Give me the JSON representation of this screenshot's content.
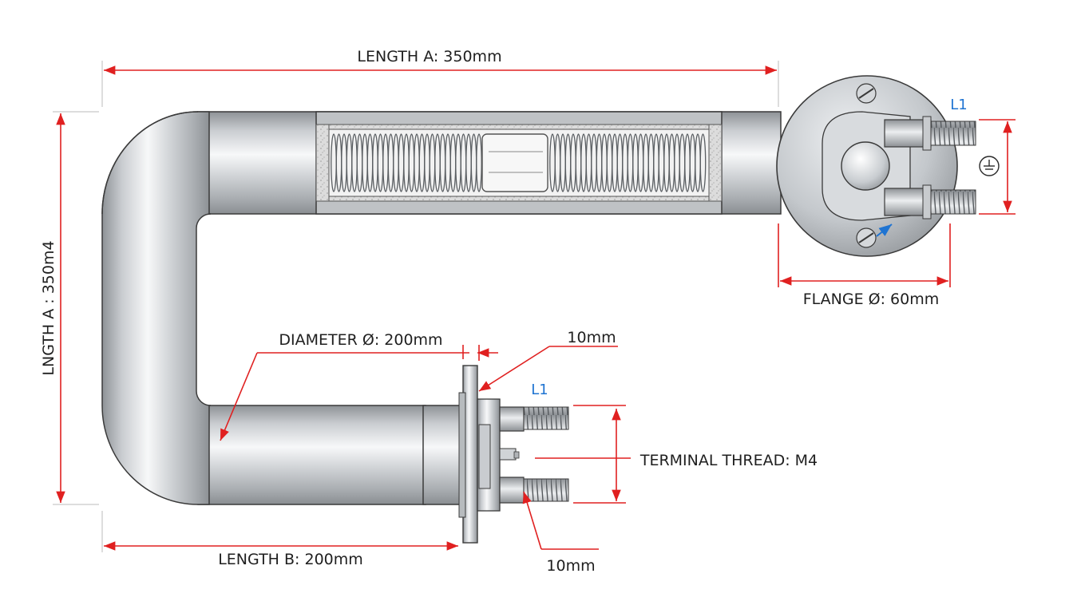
{
  "labels": {
    "length_a_top": "LENGTH A: 350mm",
    "length_a_side": "LNGTH A : 350m4",
    "length_b": "LENGTH B: 200mm",
    "diameter": "DIAMETER Ø: 200mm",
    "flange": "FLANGE Ø: 60mm",
    "terminal_thread": "TERMINAL THREAD: M4",
    "gap_top": "10mm",
    "gap_bottom": "10mm",
    "terminal_top": "L1",
    "terminal_bottom": "L1",
    "ground_symbol": "⏚"
  },
  "colors": {
    "dimension": "#e02020",
    "callout": "#1f74d2",
    "outline": "#3a3a3a",
    "metal_light": "#f4f5f6",
    "metal_dark": "#9ea2a6",
    "insulation": "#d9d9d9"
  }
}
